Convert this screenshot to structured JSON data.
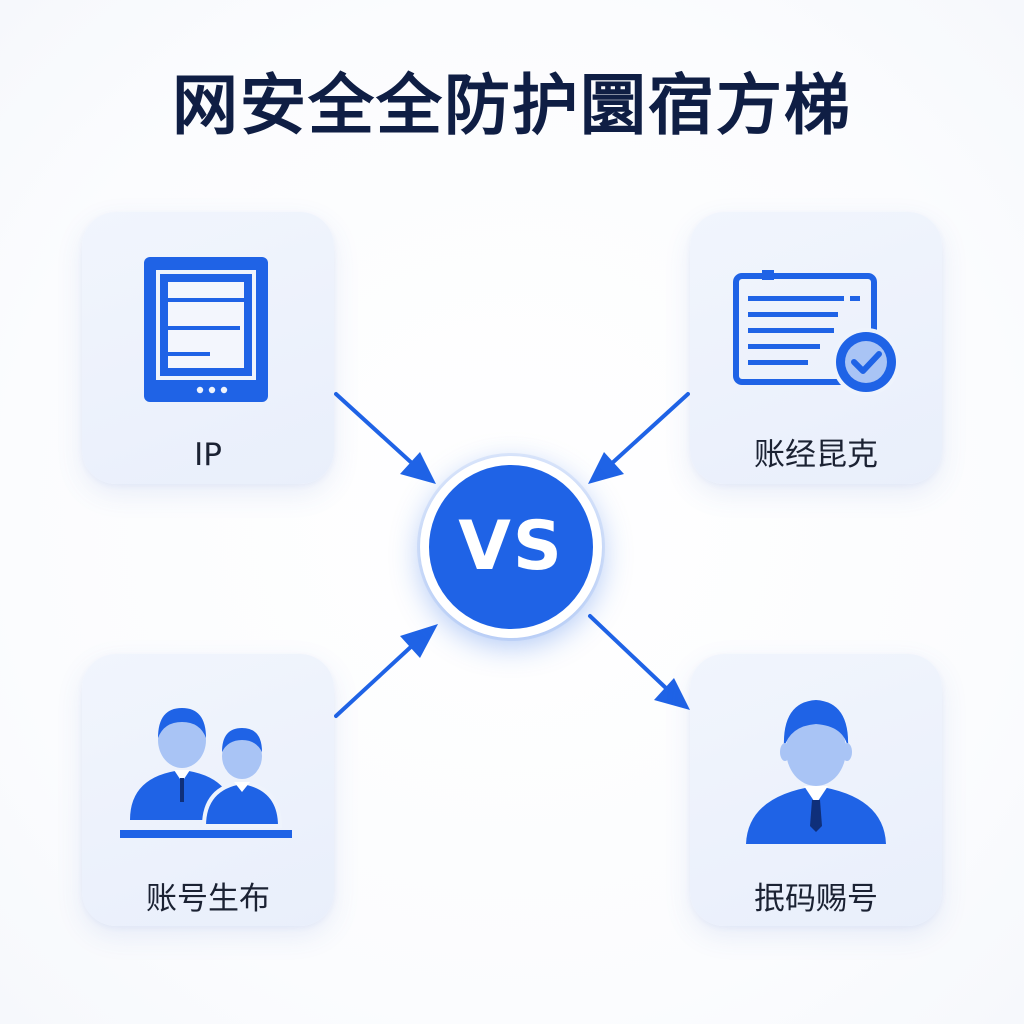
{
  "title": "网安全全防护圜宿方梯",
  "center": {
    "label": "VS"
  },
  "cards": {
    "ip": {
      "label": "IP",
      "icon": "tablet-document-icon"
    },
    "account": {
      "label": "账经昆克",
      "icon": "document-check-icon"
    },
    "people": {
      "label": "账号生布",
      "icon": "two-users-icon"
    },
    "person": {
      "label": "抿码赐号",
      "icon": "user-icon"
    }
  },
  "colors": {
    "accent": "#1f63e6",
    "icon_light": "#a9c4f5",
    "card_bg": "#eef3fc",
    "title": "#0f1e44"
  }
}
